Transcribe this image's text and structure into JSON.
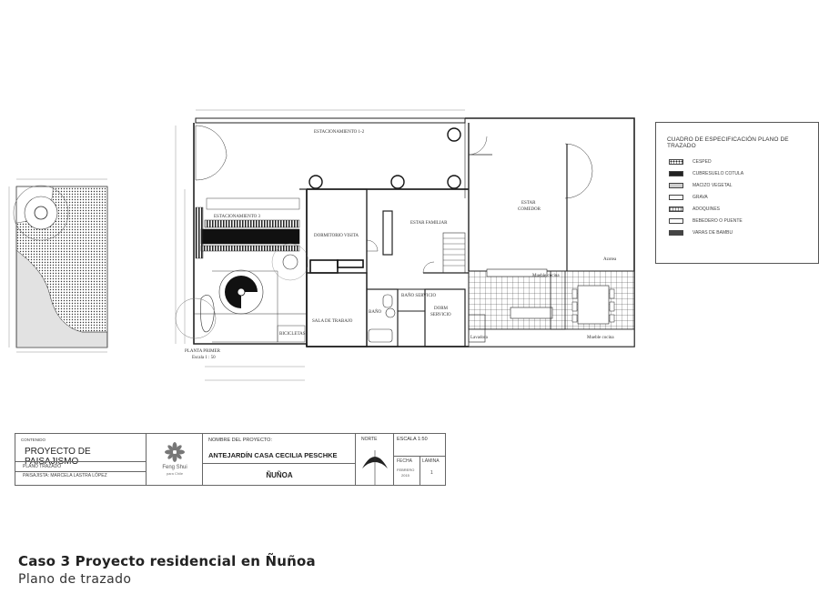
{
  "plan": {
    "labels": {
      "estacionamiento": "ESTACIONAMIENTO 1-2",
      "estacionamiento3": "ESTACIONAMIENTO 3",
      "dormitorio": "DORMITORIO VISITA",
      "estar_familiar": "ESTAR FAMILIAR",
      "estar": "ESTAR",
      "comedor": "COMEDOR",
      "sala_trabajo": "SALA DE TRABAJO",
      "bano": "BAÑO",
      "bano_servicio": "BAÑO SERVICIO",
      "dorm_servicio_1": "DORM",
      "dorm_servicio_2": "SERVICIO",
      "lavadora": "Lavadora",
      "mueble_cocina_1": "Mueble cocina",
      "mueble_cocina_2": "Mueble cocina",
      "azotea": "Azotea",
      "bicicletas": "BICICLETAS",
      "planta_1": "PLANTA PRIMER",
      "planta_2": "Escala 1 : 50"
    }
  },
  "legend": {
    "title": "CUADRO DE ESPECIFICACIÓN PLANO DE TRAZADO",
    "items": [
      {
        "label": "CESPED",
        "pattern": "dots"
      },
      {
        "label": "CUBRESUELO COTULA",
        "pattern": "black"
      },
      {
        "label": "MACIZO VEGETAL",
        "pattern": "lightgray"
      },
      {
        "label": "GRAVA",
        "pattern": "white"
      },
      {
        "label": "ADOQUINES",
        "pattern": "grid"
      },
      {
        "label": "BEBEDERO O PUENTE",
        "pattern": "white"
      },
      {
        "label": "VARAS DE BAMBU",
        "pattern": "dark"
      }
    ]
  },
  "title_block": {
    "contenido_label": "CONTENIDO",
    "project_type": "PROYECTO DE PAISAJISMO",
    "plan_name": "PLANO TRAZADO",
    "landscaper": "PAISAJISTA: MARCELA LASTRA LÓPEZ",
    "logo_line1": "Feng Shui",
    "logo_line2": "para Chile",
    "project_name_label": "NOMBRE DEL PROYECTO:",
    "project_name": "ANTEJARDÍN CASA CECILIA PESCHKE",
    "commune": "ÑUÑOA",
    "norte": "NORTE",
    "escala": "ESCALA 1:50",
    "fecha_label": "FECHA",
    "fecha_value_1": "FEBRERO",
    "fecha_value_2": "2015",
    "lamina_label": "LÁMINA",
    "lamina_value": "1"
  },
  "caption": {
    "title": "Caso 3 Proyecto residencial en Ñuñoa",
    "subtitle": "Plano de trazado"
  },
  "colors": {
    "line": "#222222",
    "hatch_gray": "#bfbfbf",
    "dark_fill": "#1a1a1a"
  }
}
